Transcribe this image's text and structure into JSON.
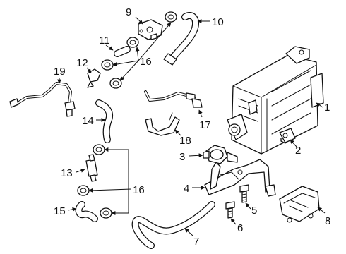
{
  "callouts": [
    {
      "id": "1",
      "part": "vapor-canister"
    },
    {
      "id": "2",
      "part": "canister-valve"
    },
    {
      "id": "3",
      "part": "purge-valve"
    },
    {
      "id": "4",
      "part": "mounting-bracket"
    },
    {
      "id": "5",
      "part": "bolt"
    },
    {
      "id": "6",
      "part": "bolt"
    },
    {
      "id": "7",
      "part": "vent-hose-lower"
    },
    {
      "id": "8",
      "part": "filter-box"
    },
    {
      "id": "9",
      "part": "vent-valve"
    },
    {
      "id": "10",
      "part": "vent-hose-upper"
    },
    {
      "id": "11",
      "part": "short-hose"
    },
    {
      "id": "12",
      "part": "connector"
    },
    {
      "id": "13",
      "part": "inline-filter"
    },
    {
      "id": "14",
      "part": "hose"
    },
    {
      "id": "15",
      "part": "hose"
    },
    {
      "id": "16",
      "part": "hose-clamp"
    },
    {
      "id": "17",
      "part": "sensor-harness"
    },
    {
      "id": "18",
      "part": "retainer-bracket"
    },
    {
      "id": "19",
      "part": "oxygen-sensor"
    }
  ],
  "label_1": "1",
  "label_2": "2",
  "label_3": "3",
  "label_4": "4",
  "label_5": "5",
  "label_6": "6",
  "label_7": "7",
  "label_8": "8",
  "label_9": "9",
  "label_10": "10",
  "label_11": "11",
  "label_12": "12",
  "label_13": "13",
  "label_14": "14",
  "label_15": "15",
  "label_16_top": "16",
  "label_16_bottom": "16",
  "label_17": "17",
  "label_18": "18",
  "label_19": "19"
}
